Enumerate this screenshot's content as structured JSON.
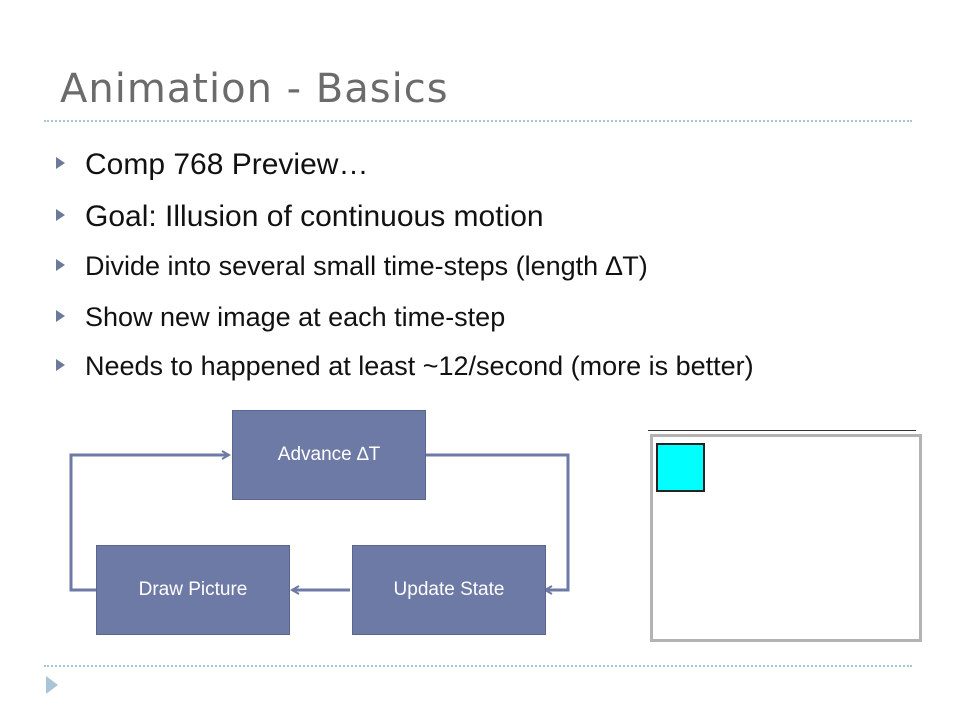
{
  "slide": {
    "title": "Animation - Basics",
    "bullets": [
      "Comp 768 Preview…",
      "Goal: Illusion of continuous motion",
      "Divide into several small time-steps (length ∆T)",
      "Show new image at each time-step",
      "Needs to happened at least ~12/second (more is better)"
    ]
  },
  "diagram": {
    "advance": "Advance ∆T",
    "update": "Update State",
    "draw": "Draw Picture"
  },
  "colors": {
    "box": "#6e7aa6",
    "connector": "#6e7aa6",
    "square": "#00ffff",
    "rule": "#a9c4d6"
  }
}
